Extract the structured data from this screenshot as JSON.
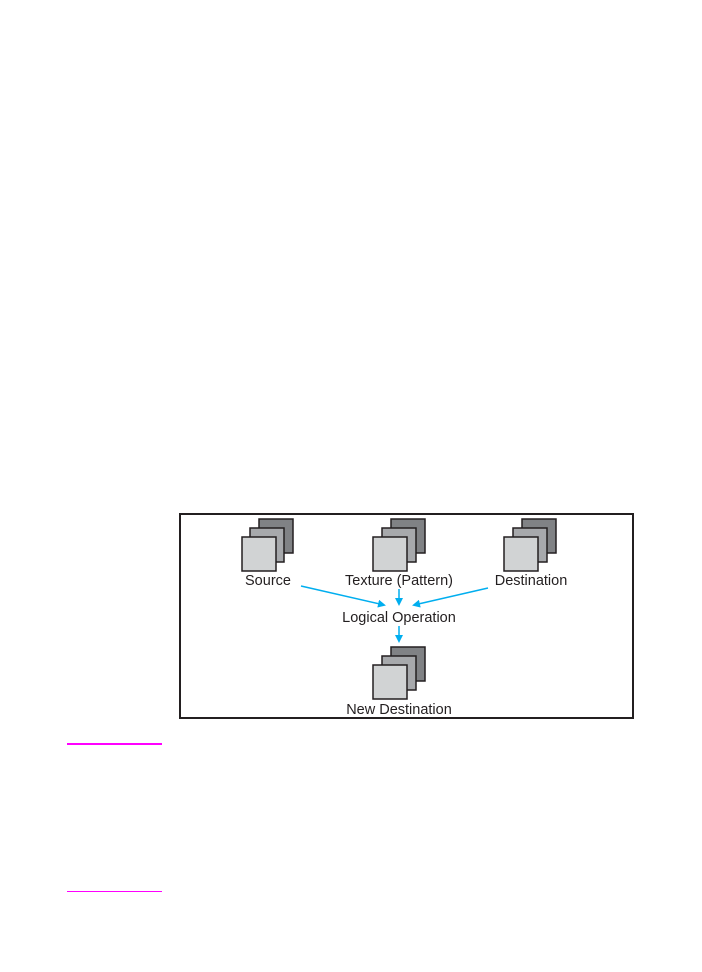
{
  "diagram": {
    "nodes": {
      "source": "Source",
      "texture": "Texture (Pattern)",
      "destination": "Destination",
      "logical_operation": "Logical Operation",
      "new_destination": "New Destination"
    },
    "edges": [
      {
        "from": "Source",
        "to": "Logical Operation"
      },
      {
        "from": "Texture (Pattern)",
        "to": "Logical Operation"
      },
      {
        "from": "Destination",
        "to": "Logical Operation"
      },
      {
        "from": "Logical Operation",
        "to": "New Destination"
      }
    ],
    "colors": {
      "arrow": "#00aeef",
      "border": "#231f20",
      "layer_front": "#d1d3d4",
      "layer_middle": "#a7a9ac",
      "layer_back": "#808285",
      "rule": "#ff00ff"
    }
  }
}
